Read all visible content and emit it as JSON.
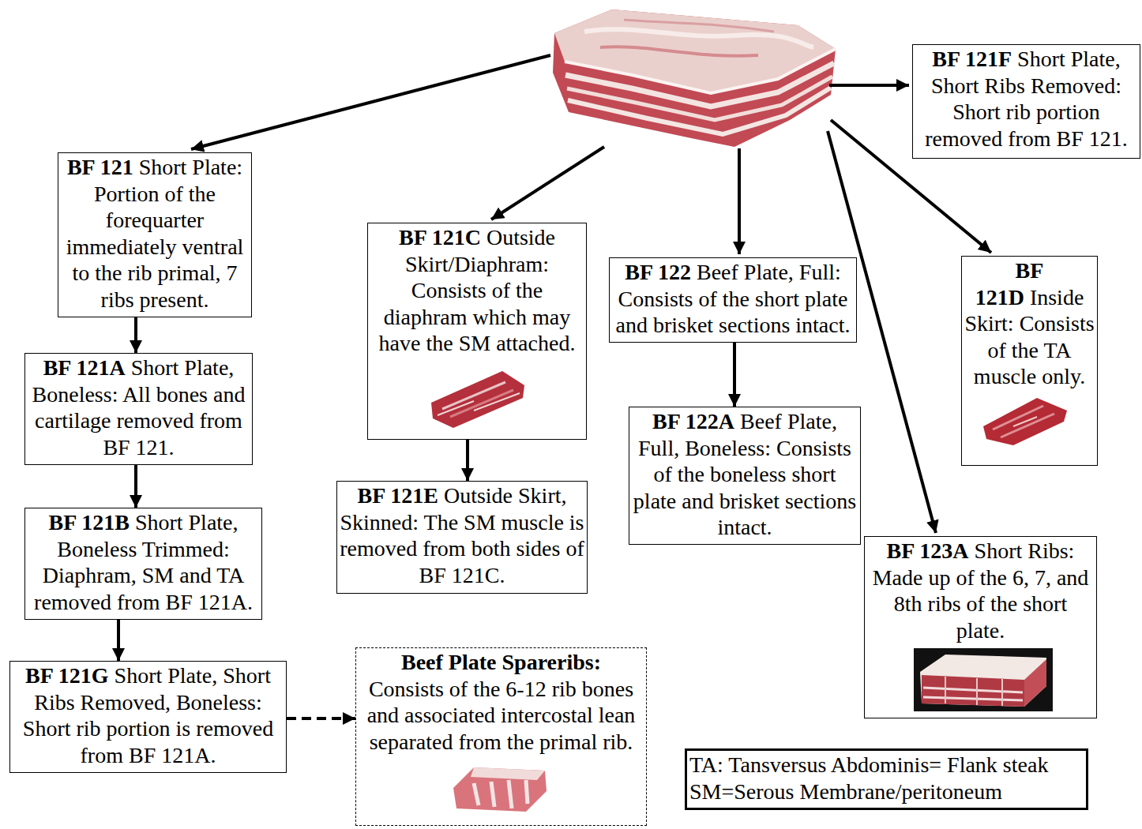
{
  "diagram": {
    "nodes": [
      {
        "text": [
          "BF 121",
          "Short Plate: Portion of the forequarter immediately ventral to the rib primal, 7 ribs present."
        ]
      },
      {
        "text": [
          "BF 121A",
          "Short Plate, Boneless: All bones and cartilage removed from BF 121."
        ]
      },
      {
        "text": [
          "BF 121B",
          "Short Plate, Boneless Trimmed: Diaphram, SM and TA removed from BF 121A."
        ]
      },
      {
        "text": [
          "BF 121G",
          "Short Plate, Short Ribs Removed, Boneless: Short rib portion is removed from BF 121A."
        ]
      },
      {
        "text": [
          "BF 121C",
          "Outside Skirt/Diaphram: Consists of the diaphram which may have the SM attached."
        ]
      },
      {
        "text": [
          "BF 121E",
          "Outside Skirt, Skinned: The SM muscle is removed from both sides of BF 121C."
        ]
      },
      {
        "text": [
          "Beef Plate Spareribs:",
          "Consists of the 6-12 rib bones and associated intercostal lean separated from the primal rib."
        ]
      },
      {
        "text": [
          "BF 122",
          "Beef Plate, Full: Consists of the short plate and brisket sections intact."
        ]
      },
      {
        "text": [
          "BF 122A",
          "Beef Plate, Full, Boneless: Consists of the boneless short plate and brisket sections intact."
        ]
      },
      {
        "text": [
          "BF 121F",
          "Short Plate, Short Ribs Removed: Short rib portion removed from BF 121."
        ]
      },
      {
        "text": [
          "BF 121D",
          "Inside Skirt: Consists of the TA muscle only."
        ]
      },
      {
        "text": [
          "BF 123A",
          "Short Ribs: Made up of the 6, 7, and 8th ribs of the short plate."
        ]
      },
      {
        "text": [
          "TA: Tansversus Abdominis= Flank steak",
          "SM=Serous Membrane/peritoneum"
        ]
      }
    ],
    "edges": [
      {
        "from": 0,
        "to": 1,
        "arrow": "to"
      },
      {
        "from": 1,
        "to": 2,
        "arrow": "to"
      },
      {
        "from": 2,
        "to": 3,
        "arrow": "to"
      },
      {
        "from": 3,
        "to": 6,
        "arrow": "to"
      },
      {
        "from": 4,
        "to": 5,
        "arrow": "to"
      },
      {
        "from": 7,
        "to": 8,
        "arrow": "to"
      }
    ]
  }
}
